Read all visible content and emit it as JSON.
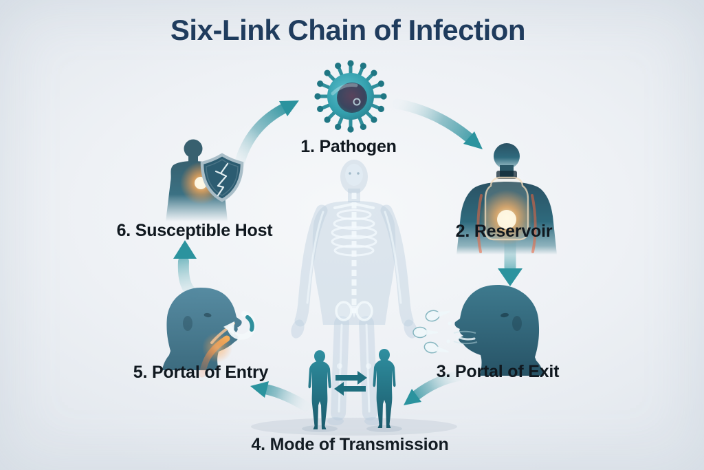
{
  "title": "Six-Link Chain of Infection",
  "steps": [
    {
      "label": "1. Pathogen",
      "icon": "virus-icon"
    },
    {
      "label": "2. Reservoir",
      "icon": "reservoir-body-flask-icon"
    },
    {
      "label": "3. Portal of Exit",
      "icon": "sneezing-head-droplets-icon"
    },
    {
      "label": "4. Mode of Transmission",
      "icon": "person-to-person-exchange-icon"
    },
    {
      "label": "5. Portal of Entry",
      "icon": "inhaling-head-airway-icon"
    },
    {
      "label": "6. Susceptible Host",
      "icon": "host-with-cracked-shield-icon"
    }
  ],
  "center_figure": "translucent-human-skeleton",
  "colors": {
    "background": "#eef1f5",
    "title_text": "#1d3a5c",
    "label_text": "#10181f",
    "arrow_teal": "#2b939e",
    "arrow_tail_light": "#d7e8ec",
    "figure_teal_dark": "#24576b",
    "figure_teal": "#2f7f90",
    "glow_orange": "#ff9e4a",
    "shield_fill": "#2c5c71",
    "shield_border": "#a9bec8",
    "skeleton_tint": "#bcd0de"
  }
}
